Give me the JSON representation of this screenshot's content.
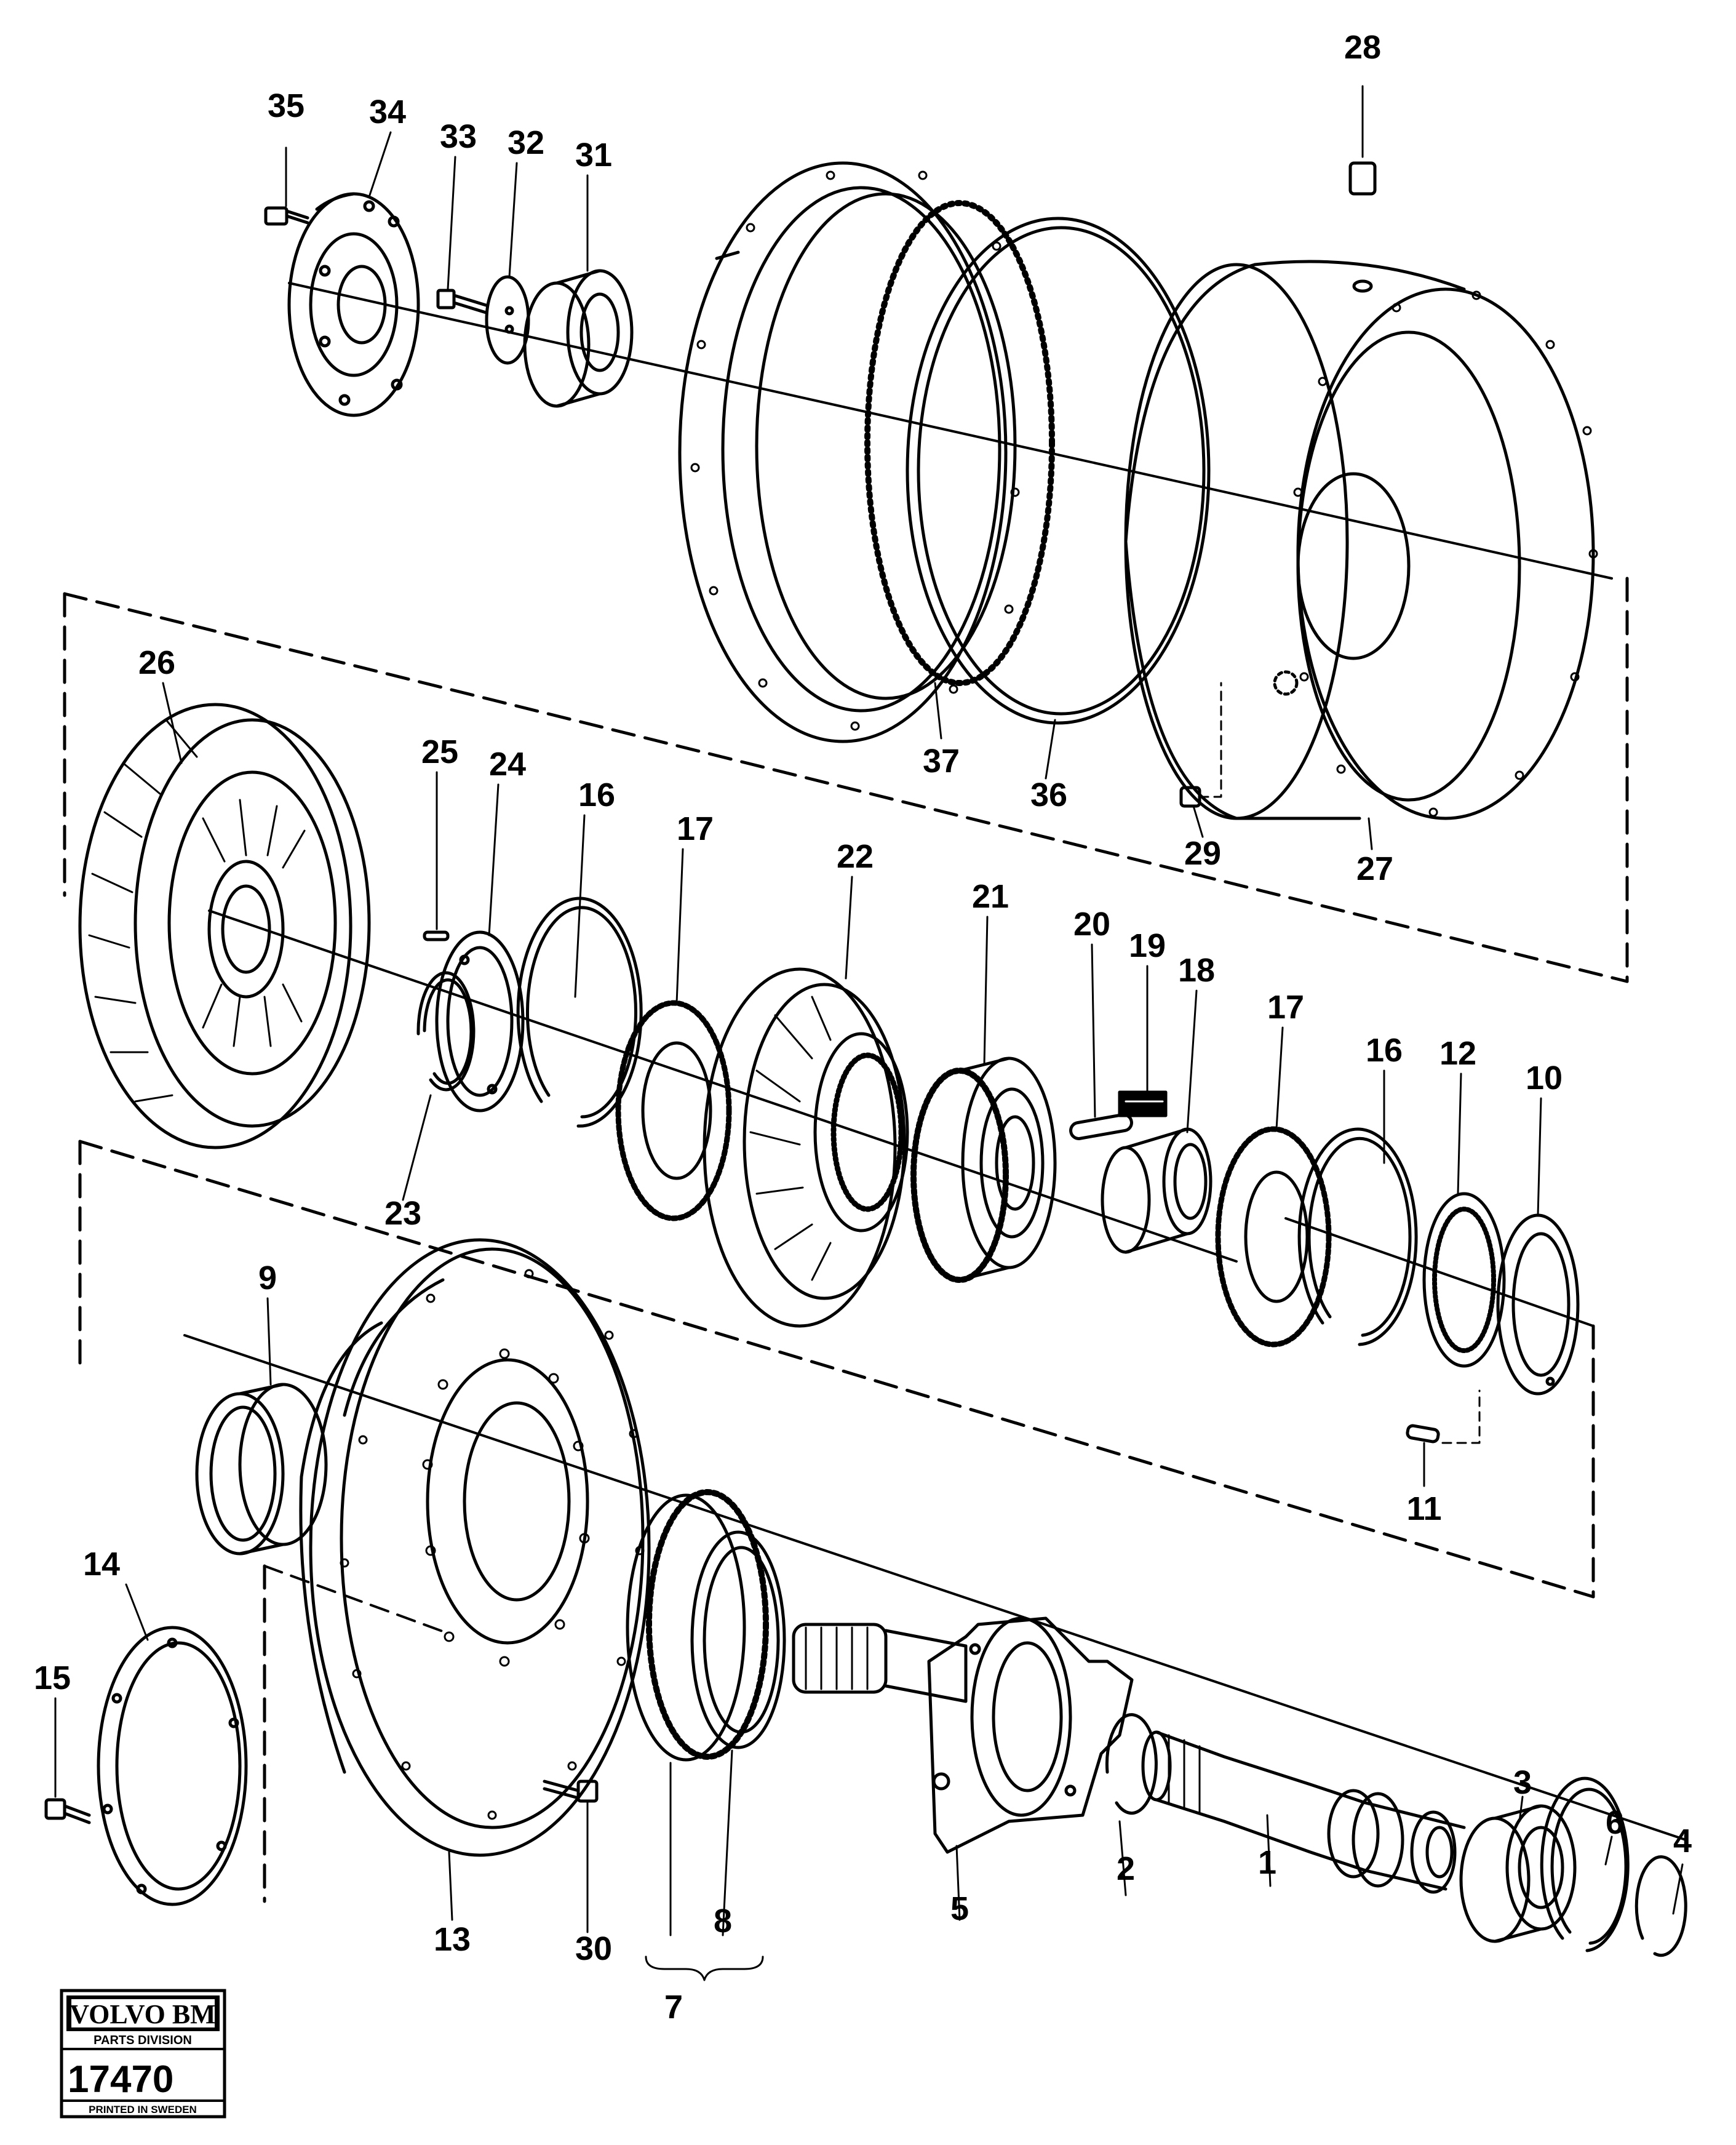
{
  "callouts": {
    "p1": "1",
    "p2": "2",
    "p3": "3",
    "p4": "4",
    "p5": "5",
    "p6": "6",
    "p7": "7",
    "p8": "8",
    "p9": "9",
    "p10": "10",
    "p11": "11",
    "p12": "12",
    "p13": "13",
    "p14": "14",
    "p15": "15",
    "p16a": "16",
    "p16b": "16",
    "p17a": "17",
    "p17b": "17",
    "p18": "18",
    "p19": "19",
    "p20": "20",
    "p21": "21",
    "p22": "22",
    "p23": "23",
    "p24": "24",
    "p25": "25",
    "p26": "26",
    "p27": "27",
    "p28": "28",
    "p29": "29",
    "p30": "30",
    "p31": "31",
    "p32": "32",
    "p33": "33",
    "p34": "34",
    "p35": "35",
    "p36": "36",
    "p37": "37"
  },
  "stamp": {
    "brand": "VOLVO BM",
    "division": "PARTS DIVISION",
    "number": "17470",
    "printed": "PRINTED IN SWEDEN"
  }
}
